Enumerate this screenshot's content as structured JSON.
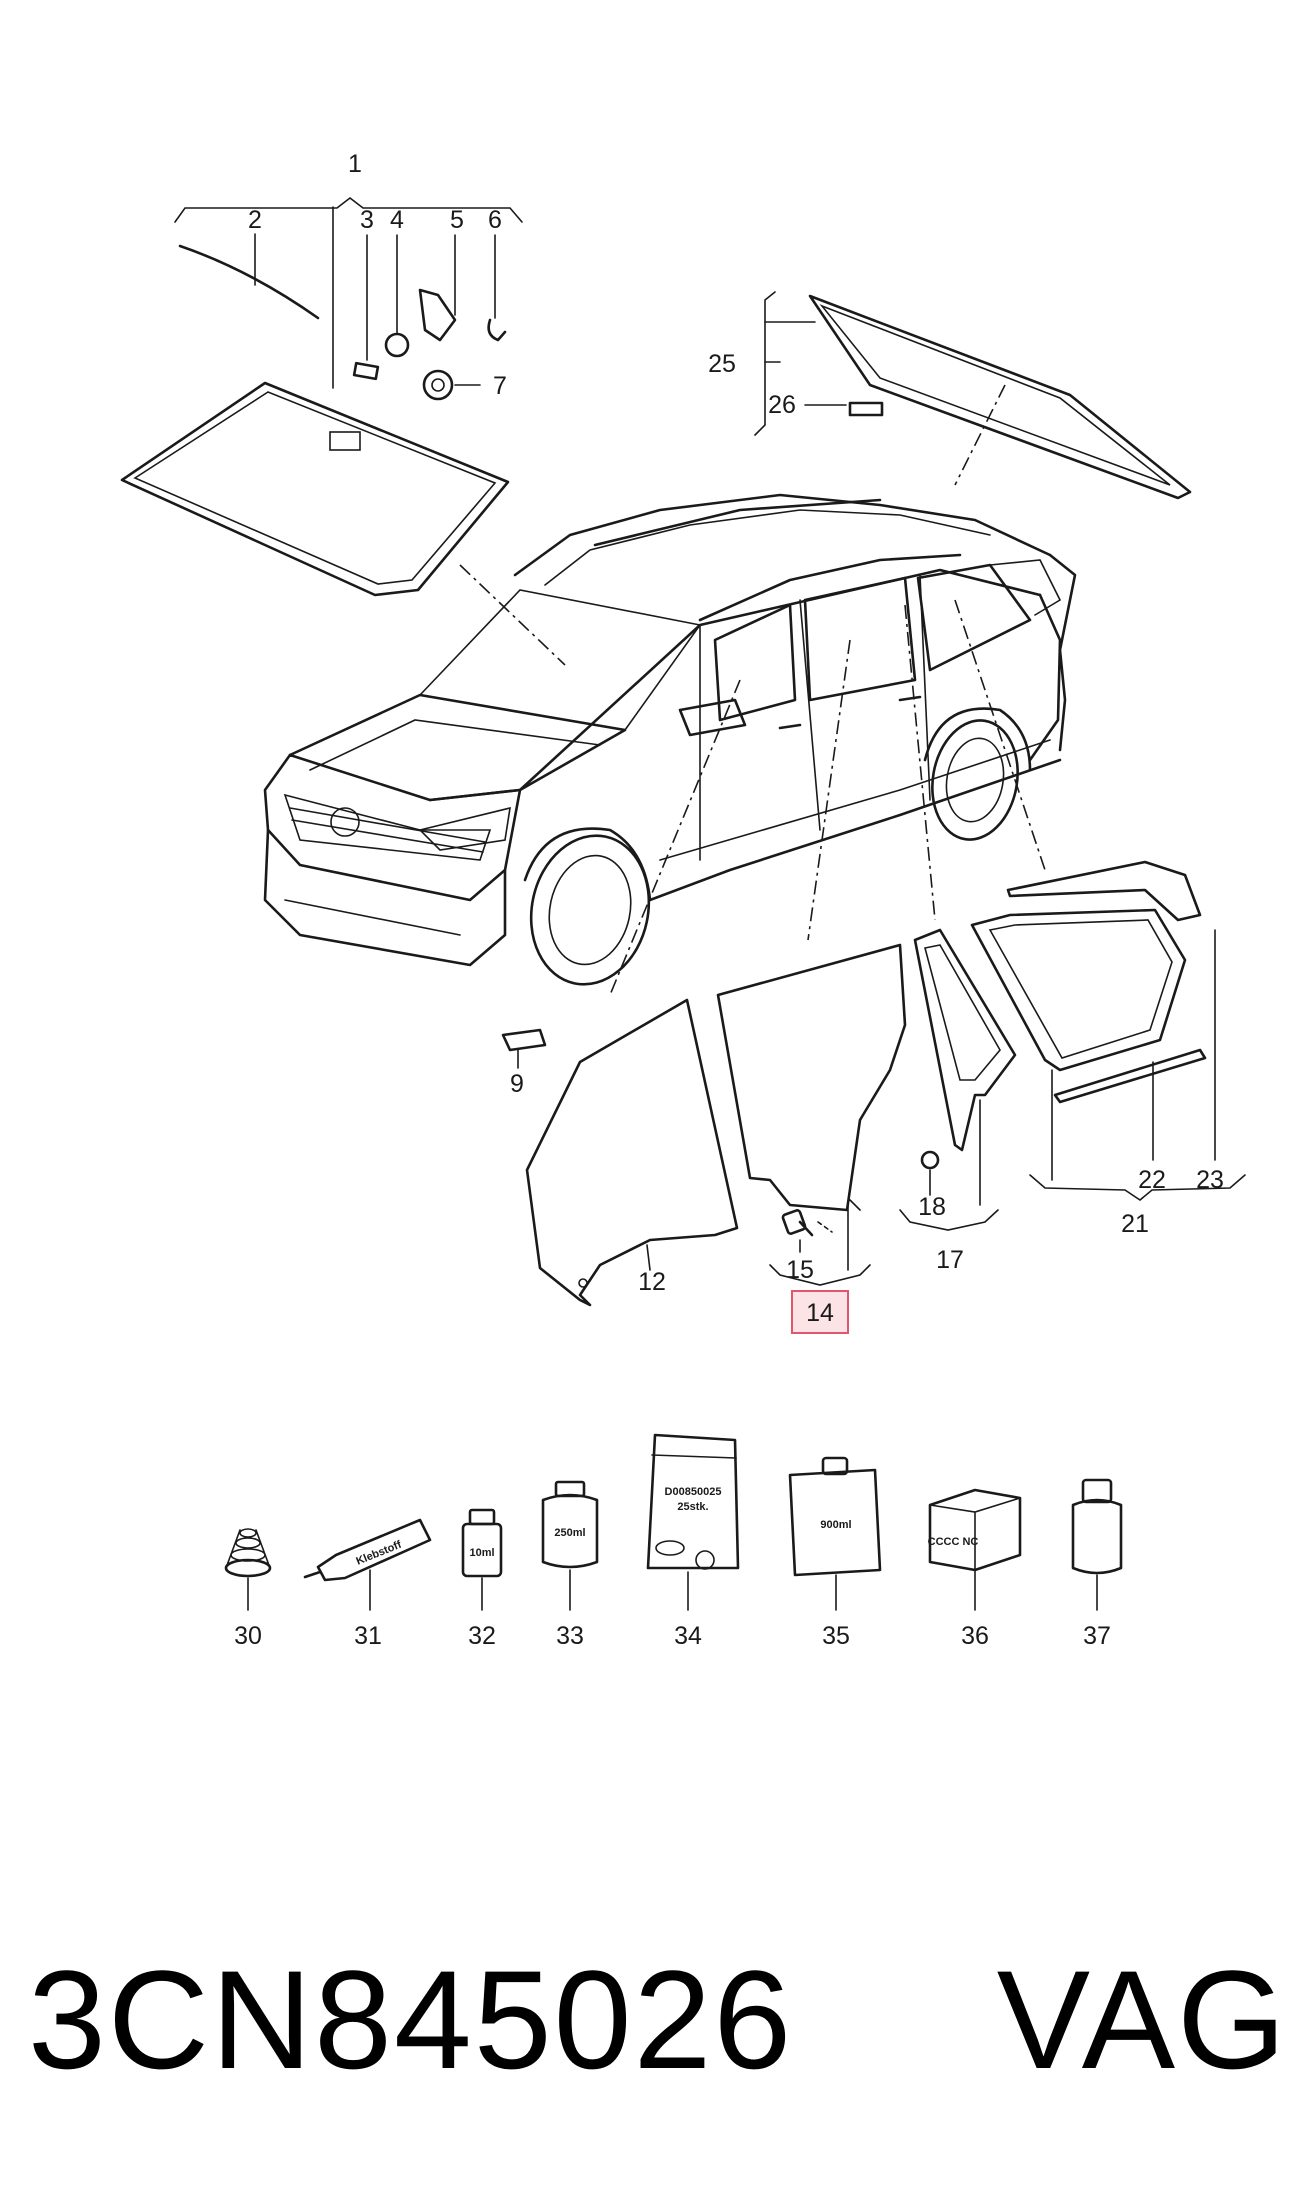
{
  "callouts": {
    "c1": "1",
    "c2": "2",
    "c3": "3",
    "c4": "4",
    "c5": "5",
    "c6": "6",
    "c7": "7",
    "c9": "9",
    "c12": "12",
    "c14": "14",
    "c15": "15",
    "c17": "17",
    "c18": "18",
    "c21": "21",
    "c22": "22",
    "c23": "23",
    "c25": "25",
    "c26": "26",
    "c30": "30",
    "c31": "31",
    "c32": "32",
    "c33": "33",
    "c34": "34",
    "c35": "35",
    "c36": "36",
    "c37": "37"
  },
  "highlighted_callout": "14",
  "accessory_labels": {
    "tube": "Klebstoff",
    "bottle_small": "10ml",
    "can": "250ml",
    "bag_line1": "D00850025",
    "bag_line2": "25stk.",
    "container": "900ml",
    "box": "CCCC NC"
  },
  "footer": {
    "part_number": "3CN845026",
    "brand": "VAG"
  },
  "colors": {
    "line": "#1a1a1a",
    "highlight_fill": "#fbe3e6",
    "highlight_stroke": "#e0566a"
  }
}
